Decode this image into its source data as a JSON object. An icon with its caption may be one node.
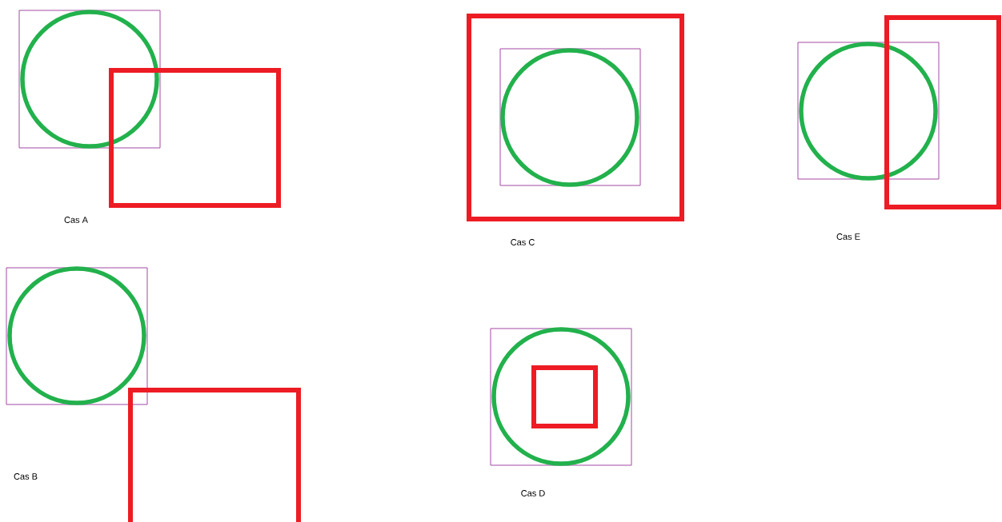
{
  "diagram": {
    "labels": [
      "Cas A",
      "Cas C",
      "Cas E",
      "Cas B",
      "Cas D"
    ]
  }
}
